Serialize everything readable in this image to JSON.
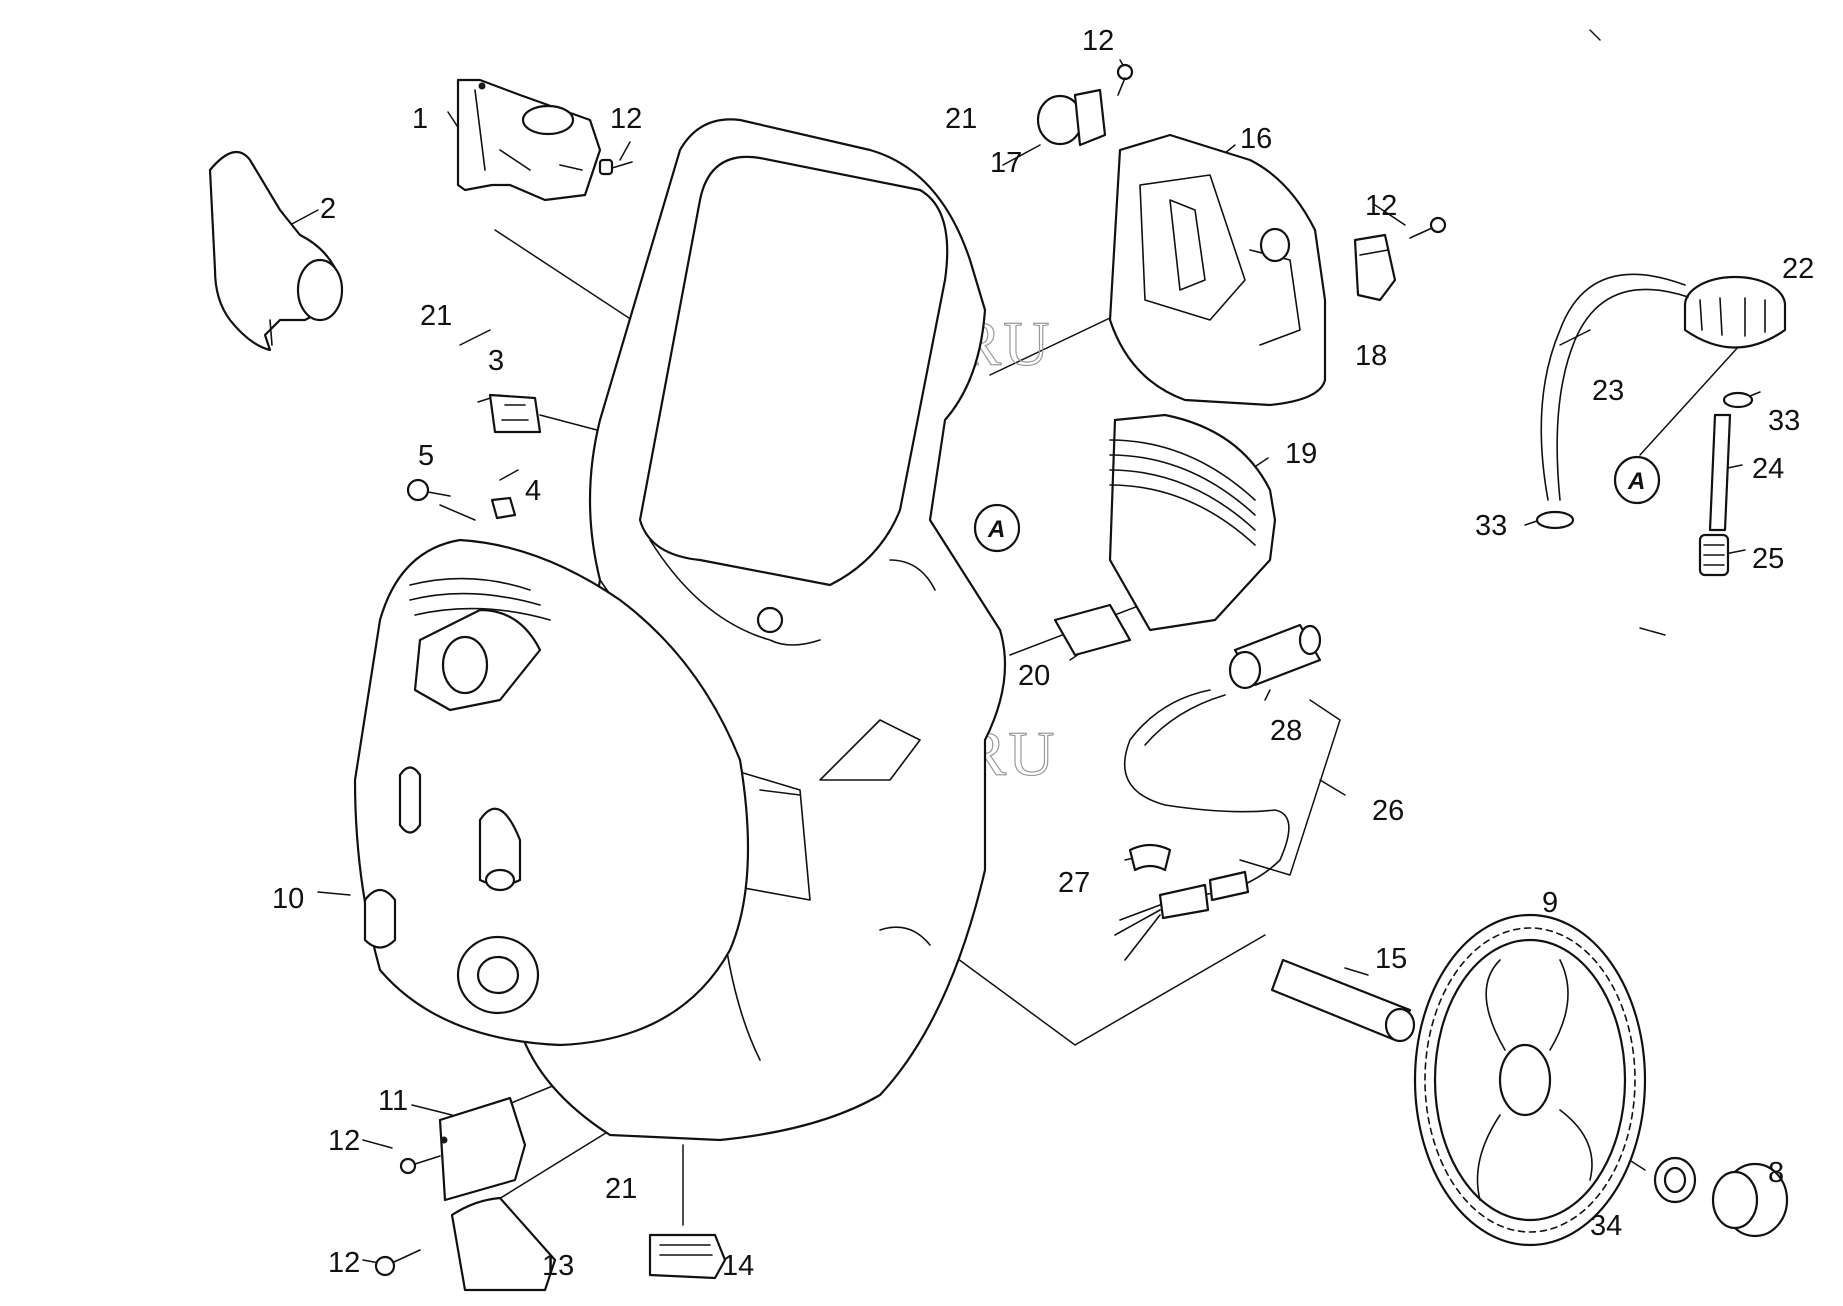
{
  "watermark": "BRIZCOM.RU",
  "reference_marker": "A",
  "callouts": [
    "1",
    "2",
    "3",
    "4",
    "5",
    "8",
    "9",
    "10",
    "11",
    "12",
    "13",
    "14",
    "15",
    "16",
    "17",
    "18",
    "19",
    "20",
    "21",
    "22",
    "23",
    "24",
    "25",
    "26",
    "27",
    "28",
    "33",
    "34"
  ]
}
